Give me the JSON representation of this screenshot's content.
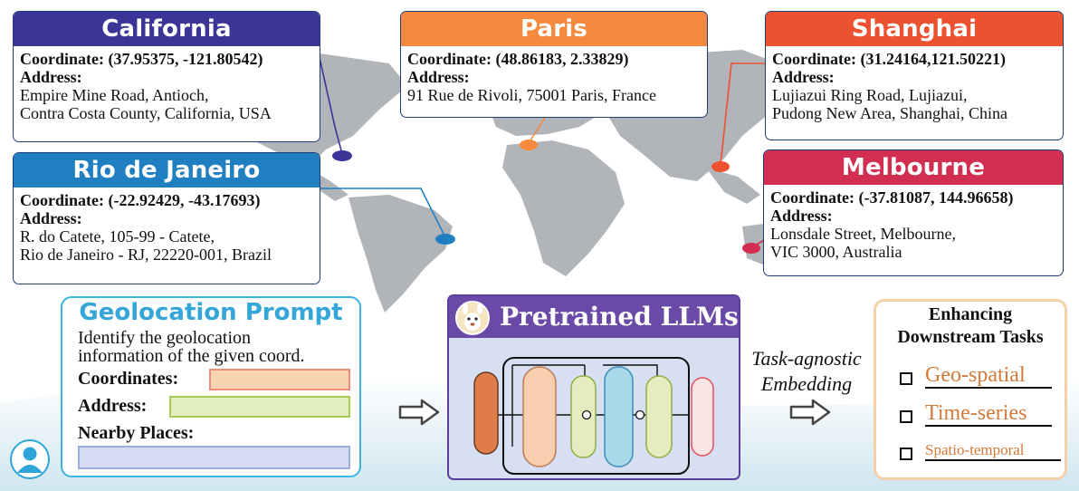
{
  "cards": [
    {
      "id": "california",
      "title": "California",
      "color": "#3a3596",
      "coordinate": "Coordinate: (37.95375, -121.80542)",
      "address_label": "Address:",
      "address_lines": [
        "Empire Mine Road, Antioch,",
        "Contra Costa County, California, USA"
      ]
    },
    {
      "id": "rio",
      "title": "Rio de Janeiro",
      "color": "#1f7fc1",
      "coordinate": "Coordinate: (-22.92429, -43.17693)",
      "address_label": "Address:",
      "address_lines": [
        "R. do Catete, 105-99 - Catete,",
        "Rio de Janeiro - RJ, 22220-001, Brazil"
      ]
    },
    {
      "id": "paris",
      "title": "Paris",
      "color": "#f5893d",
      "coordinate": "Coordinate: (48.86183, 2.33829)",
      "address_label": "Address:",
      "address_lines": [
        "91 Rue de Rivoli,  75001 Paris,  France"
      ]
    },
    {
      "id": "shanghai",
      "title": "Shanghai",
      "color": "#ec5130",
      "coordinate": "Coordinate: (31.24164,121.50221)",
      "address_label": "Address:",
      "address_lines": [
        "Lujiazui Ring Road, Lujiazui,",
        "Pudong New Area, Shanghai,  China"
      ]
    },
    {
      "id": "melbourne",
      "title": "Melbourne",
      "color": "#d12e52",
      "coordinate": "Coordinate: (-37.81087, 144.96658)",
      "address_label": "Address:",
      "address_lines": [
        "Lonsdale Street, Melbourne,",
        "VIC 3000, Australia"
      ]
    }
  ],
  "prompt": {
    "title": "Geolocation Prompt",
    "instruction_lines": [
      "Identify the geolocation",
      "information of  the given coord."
    ],
    "coordinates_label": "Coordinates:",
    "address_label": "Address:",
    "nearby_label": "Nearby Places:",
    "coordinates_field_color": "#f8d4b0",
    "address_field_color": "#e3edc2",
    "nearby_field_color": "#d3dcf0"
  },
  "llm": {
    "title": "Pretrained LLMs",
    "header_color": "#6a4aa6"
  },
  "task_agnostic": {
    "lines": [
      "Task-agnostic",
      "Embedding"
    ]
  },
  "tasks": {
    "title_lines": [
      "Enhancing",
      "Downstream Tasks"
    ],
    "items": [
      "Geo-spatial",
      "Time-series",
      "Spatio-temporal"
    ],
    "accent_color": "#d27a3a"
  },
  "icons": [
    "user-avatar-icon",
    "alpaca-logo-icon",
    "arrow-right-icon",
    "checkbox-icon"
  ]
}
